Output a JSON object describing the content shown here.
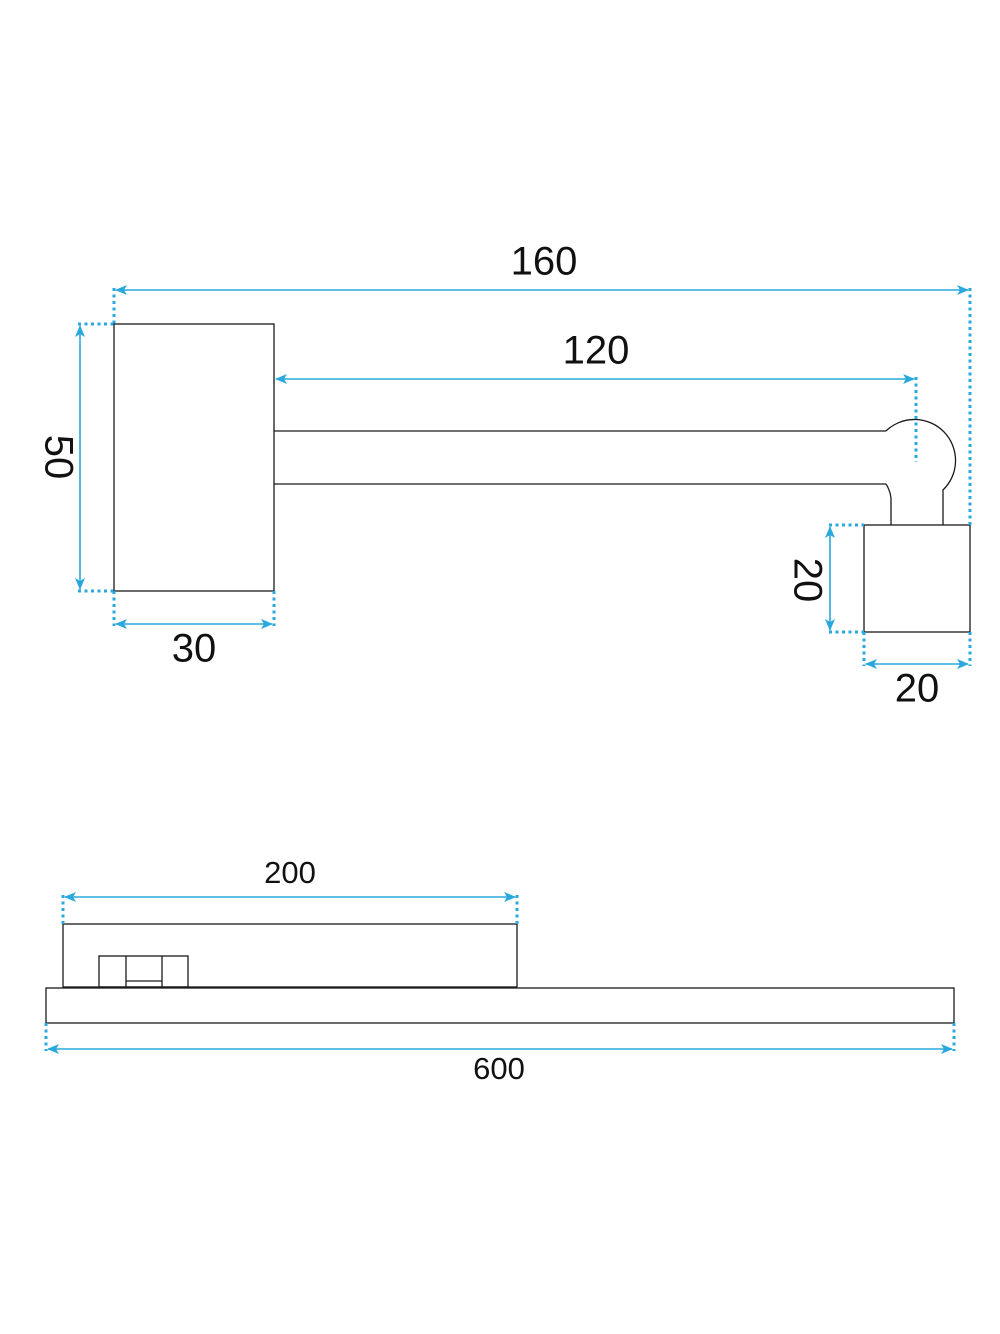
{
  "dimensions": {
    "side_total_width": "160",
    "arm_length": "120",
    "base_height": "50",
    "base_width": "30",
    "head_height": "20",
    "head_width": "20",
    "top_bar_length": "200",
    "bottom_bar_length": "600"
  },
  "colors": {
    "dimension": "#29a8de",
    "outline": "#1a1a1a",
    "text": "#111111",
    "background": "#ffffff"
  }
}
